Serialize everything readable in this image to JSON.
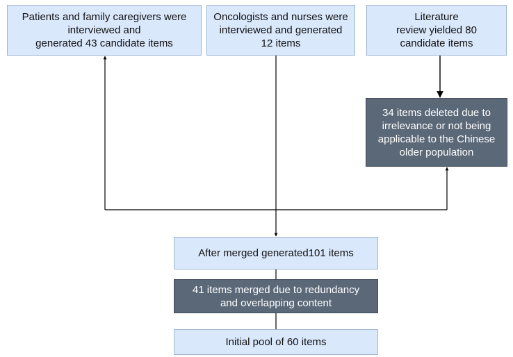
{
  "boxes": {
    "patients": "Patients and family caregivers were\ninterviewed and\ngenerated 43 candidate items",
    "oncologists": "Oncologists and nurses were\ninterviewed and generated\n12 items",
    "literature": "Literature\nreview yielded 80\ncandidate items",
    "deleted": "34 items deleted due to\nirrelevance or not being\napplicable to the Chinese\nolder population",
    "merged_after": "After merged generated101 items",
    "merged_redundancy": "41 items merged due to redundancy\nand overlapping content",
    "initial_pool": "Initial pool of 60 items"
  },
  "colors": {
    "light_fill": "#dae8fc",
    "dark_fill": "#5b6878",
    "line": "#000000"
  }
}
